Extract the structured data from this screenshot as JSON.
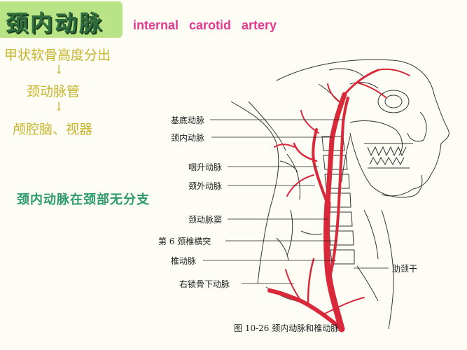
{
  "header": {
    "title_cn": "颈内动脉",
    "title_en": "internal   carotid  artery"
  },
  "flow": {
    "step1": "甲状软骨高度分出",
    "arrow1": "↓",
    "step2": "颈动脉管",
    "arrow2": "↓",
    "step3": "颅腔脑、视器"
  },
  "note": "颈内动脉在颈部无分支",
  "labels": {
    "basilar": "基底动脉",
    "internal_carotid": "颈内动脉",
    "ascending_pharyngeal": "咽升动脉",
    "external_carotid": "颈外动脉",
    "carotid_sinus": "颈动脉窦",
    "c6_transverse": "第 6 颈椎横突",
    "vertebral": "椎动脉",
    "costocervical": "肋颈干",
    "right_subclavian": "右锁骨下动脉"
  },
  "caption": "图 10-26    颈内动脉和椎动脉",
  "colors": {
    "title_bg": "#b8e486",
    "title_text": "#2f6f3f",
    "english": "#e23a8e",
    "flow": "#c7b42a",
    "note": "#2c9a6d",
    "artery": "#d8283a"
  }
}
